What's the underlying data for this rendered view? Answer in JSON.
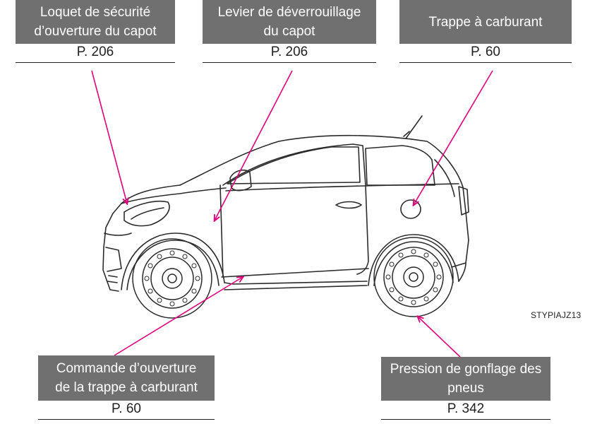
{
  "callouts": {
    "hood_latch": {
      "label_line1": "Loquet de sécurité",
      "label_line2": "d’ouverture du capot",
      "page": "P. 206"
    },
    "hood_lever": {
      "label_line1": "Levier de déverrouillage",
      "label_line2": "du capot",
      "page": "P. 206"
    },
    "fuel_door": {
      "label_line1": "Trappe à carburant",
      "page": "P. 60"
    },
    "fuel_opener": {
      "label_line1": "Commande d’ouverture",
      "label_line2": "de la trappe à carburant",
      "page": "P. 60"
    },
    "tire_pressure": {
      "label_line1": "Pression de gonflage des",
      "label_line2": "pneus",
      "page": "P. 342"
    }
  },
  "figure_code": "STYPIAJZ13",
  "colors": {
    "label_bg": "#707070",
    "leader_line": "#e0007a",
    "car_stroke": "#2b2b2b"
  }
}
